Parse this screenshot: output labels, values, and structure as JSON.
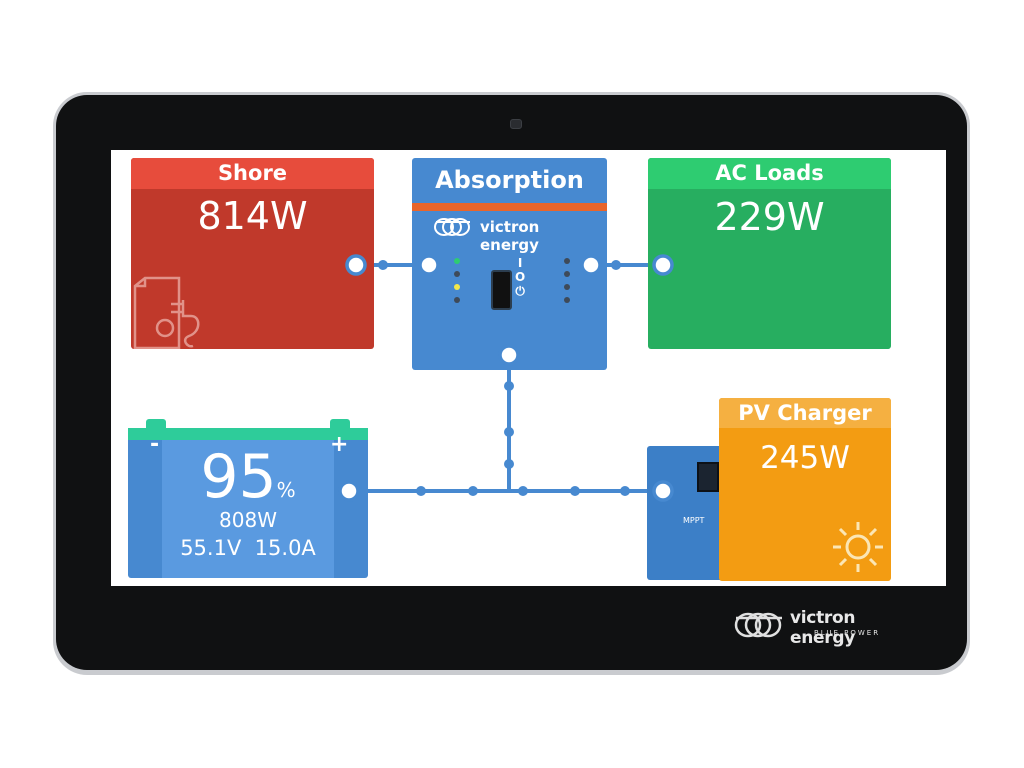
{
  "shore": {
    "title": "Shore",
    "power": "814W"
  },
  "inverter": {
    "state": "Absorption",
    "brand": "victron energy",
    "switch_labels": [
      "I",
      "O",
      "⏻"
    ]
  },
  "ac_loads": {
    "title": "AC Loads",
    "power": "229W"
  },
  "battery": {
    "soc": "95",
    "soc_unit": "%",
    "power": "808W",
    "voltage": "55.1V",
    "current": "15.0A",
    "minus": "-",
    "plus": "+"
  },
  "pv_charger": {
    "title": "PV Charger",
    "power": "245W",
    "device_label": "MPPT"
  },
  "device_logo": {
    "name": "victron energy",
    "tagline": "BLUE POWER"
  },
  "colors": {
    "shore": "#c0392b",
    "shore_header": "#e74c3c",
    "inverter": "#4789d0",
    "inverter_stripe": "#e8652b",
    "ac_loads": "#27ae60",
    "ac_loads_header": "#2ecc71",
    "battery": "#4789d0",
    "battery_terminal": "#2ecc9a",
    "pv": "#f39c12",
    "pv_header": "#f5b041",
    "flow_line": "#4789d0"
  }
}
